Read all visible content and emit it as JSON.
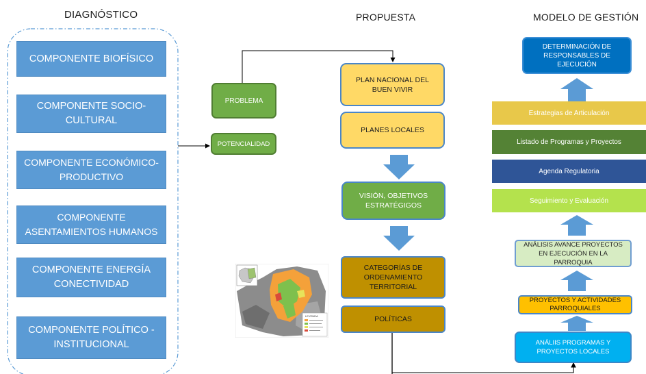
{
  "headers": {
    "diagnostico": "DIAGNÓSTICO",
    "propuesta": "PROPUESTA",
    "modelo": "MODELO DE GESTIÓN"
  },
  "diagnostico": {
    "items": [
      "COMPONENTE BIOFÍSICO",
      "COMPONENTE SOCIO-CULTURAL",
      "COMPONENTE ECONÓMICO-PRODUCTIVO",
      "COMPONENTE ASENTAMIENTOS HUMANOS",
      "COMPONENTE ENERGÍA CONECTIVIDAD",
      "COMPONENTE POLÍTICO - INSTITUCIONAL"
    ]
  },
  "middle": {
    "problema": "PROBLEMA",
    "potencialidad": "POTENCIALIDAD"
  },
  "propuesta": {
    "plan_nacional": "PLAN NACIONAL DEL BUEN VIVIR",
    "planes_locales": "PLANES LOCALES",
    "vision": "VISIÓN, OBJETIVOS ESTRATÉGIGOS",
    "categorias": "CATEGORÍAS DE ORDENAMIENTO TERRITORIAL",
    "politicas": "POLÍTICAS"
  },
  "modelo": {
    "determinacion": "DETERMINACIÓN DE RESPONSABLES DE EJECUCIÓN",
    "estrategias": "Estrategias de Articulación",
    "listado": "Listado de Programas y Proyectos",
    "agenda": "Agenda Regulatoria",
    "seguimiento": "Seguimiento y Evaluación",
    "analisis_avance": "ANÁLISIS AVANCE PROYECTOS EN EJECUCIÓN  EN LA PARROQUIA",
    "proyectos_actividades": "PROYECTOS Y ACTIVIDADES PARROQUIALES",
    "analisis_programas": "ANÁLIIS PROGRAMAS Y PROYECTOS LOCALES"
  },
  "map": {
    "legend_title": "LEYENDA"
  },
  "colors": {
    "diag_blue": "#5b9bd5",
    "green": "#70ad47",
    "yellow": "#ffd966",
    "ochre": "#bf9000",
    "dark_blue": "#0070c0",
    "gold": "#e8c84a",
    "dark_green": "#548235",
    "navy": "#2f5597",
    "lime": "#b4e24d",
    "sky": "#00b0f0",
    "arrow_blue": "#5b9bd5"
  }
}
